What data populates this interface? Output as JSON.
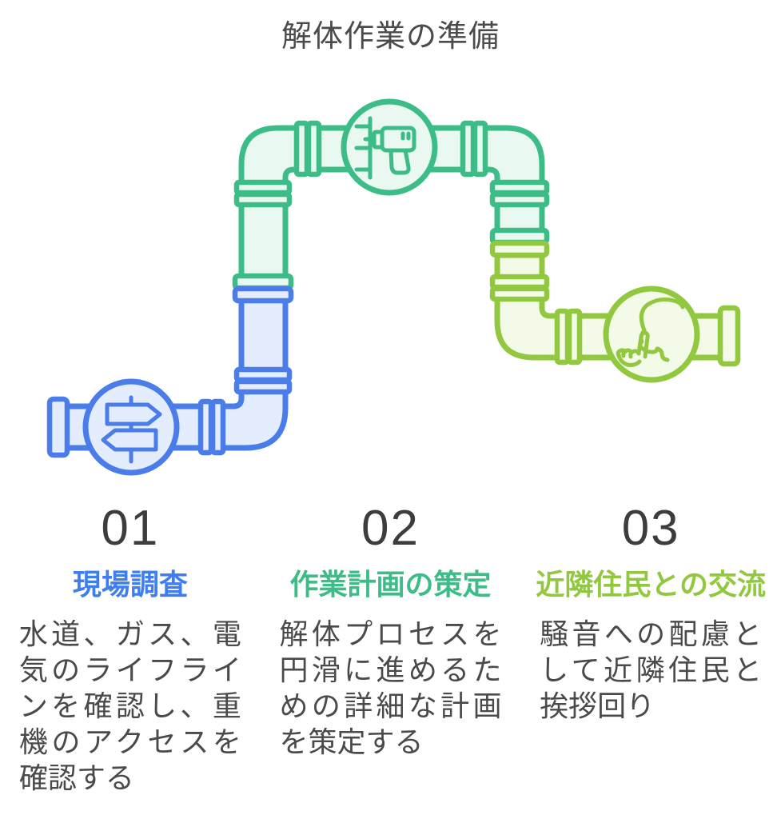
{
  "title": "解体作業の準備",
  "diagram": {
    "description": "pipe-flow",
    "colors": {
      "step1_stroke": "#4a7de9",
      "step1_fill": "#e4edfd",
      "step2_stroke": "#3cbd87",
      "step2_fill": "#e9f8f1",
      "step3_stroke": "#92c840",
      "step3_fill": "#f3fae8",
      "text": "#4a4a4a",
      "number": "#3d3d3d"
    },
    "node_icons": [
      "signpost-icon",
      "drill-icon",
      "greeting-face-icon"
    ]
  },
  "steps": [
    {
      "number": "01",
      "heading": "現場調査",
      "body": "水道、ガス、電気のライフラインを確認し、重機のアクセスを確認する",
      "accent": "#3f7ef0"
    },
    {
      "number": "02",
      "heading": "作業計画の策定",
      "body": "解体プロセスを円滑に進めるための詳細な計画を策定する",
      "accent": "#3cbd87"
    },
    {
      "number": "03",
      "heading": "近隣住民との交流",
      "body": "騒音への配慮として近隣住民と挨拶回り",
      "accent": "#92c83f"
    }
  ]
}
